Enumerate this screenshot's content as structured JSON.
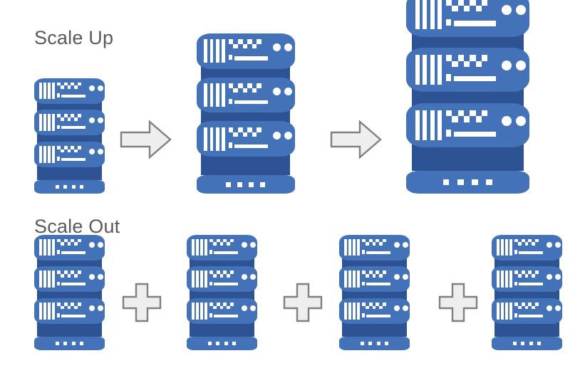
{
  "diagram": {
    "title_scale_up": "Scale Up",
    "title_scale_out": "Scale Out",
    "background_color": "#FFFFFF",
    "text_color": "#595959",
    "server_body_color": "#4472B8",
    "server_shadow_color": "#2E5394",
    "server_detail_color": "#FFFFFF",
    "connector_fill_color": "#EEEEEE",
    "connector_stroke_color": "#808080"
  },
  "scale_up": {
    "label": "Scale Up",
    "steps": [
      {
        "name": "small-server-stack",
        "units": 3,
        "size_label": "small",
        "scale": 0.62
      },
      {
        "name": "medium-server-stack",
        "units": 3,
        "size_label": "medium",
        "scale": 0.86
      },
      {
        "name": "large-server-stack",
        "units": 3,
        "size_label": "large",
        "scale": 1.08
      }
    ],
    "connectors": [
      {
        "name": "arrow-right-1",
        "icon": "arrow-right-icon"
      },
      {
        "name": "arrow-right-2",
        "icon": "arrow-right-icon"
      }
    ]
  },
  "scale_out": {
    "label": "Scale Out",
    "nodes": [
      {
        "name": "server-stack-1",
        "units": 3,
        "size_label": "small",
        "scale": 0.62
      },
      {
        "name": "server-stack-2",
        "units": 3,
        "size_label": "small",
        "scale": 0.62
      },
      {
        "name": "server-stack-3",
        "units": 3,
        "size_label": "small",
        "scale": 0.62
      },
      {
        "name": "server-stack-4",
        "units": 3,
        "size_label": "small",
        "scale": 0.62
      }
    ],
    "connectors": [
      {
        "name": "plus-1",
        "icon": "plus-icon"
      },
      {
        "name": "plus-2",
        "icon": "plus-icon"
      },
      {
        "name": "plus-3",
        "icon": "plus-icon"
      }
    ]
  },
  "server_unit_detail": {
    "vent_bars": 4,
    "checker_top_squares": 4,
    "checker_bottom_squares": 3,
    "indicator_leds": 2,
    "base_leds": 4,
    "has_status_square": true,
    "has_progress_bar": true
  }
}
